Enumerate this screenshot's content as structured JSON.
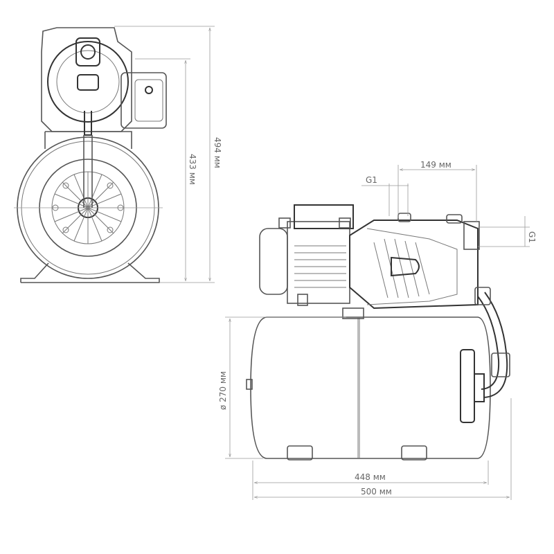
{
  "title": "Pump station dimensional drawing",
  "dimensions": {
    "total_height": "494 мм",
    "tank_height": "433 мм",
    "outlet_offset": "149 мм",
    "inlet_thread": "G1",
    "outlet_thread": "G1",
    "tank_diameter": "ø 270 мм",
    "tank_length": "448 мм",
    "total_length": "500 мм"
  },
  "colors": {
    "line": "#555555",
    "dimension": "#999999"
  }
}
